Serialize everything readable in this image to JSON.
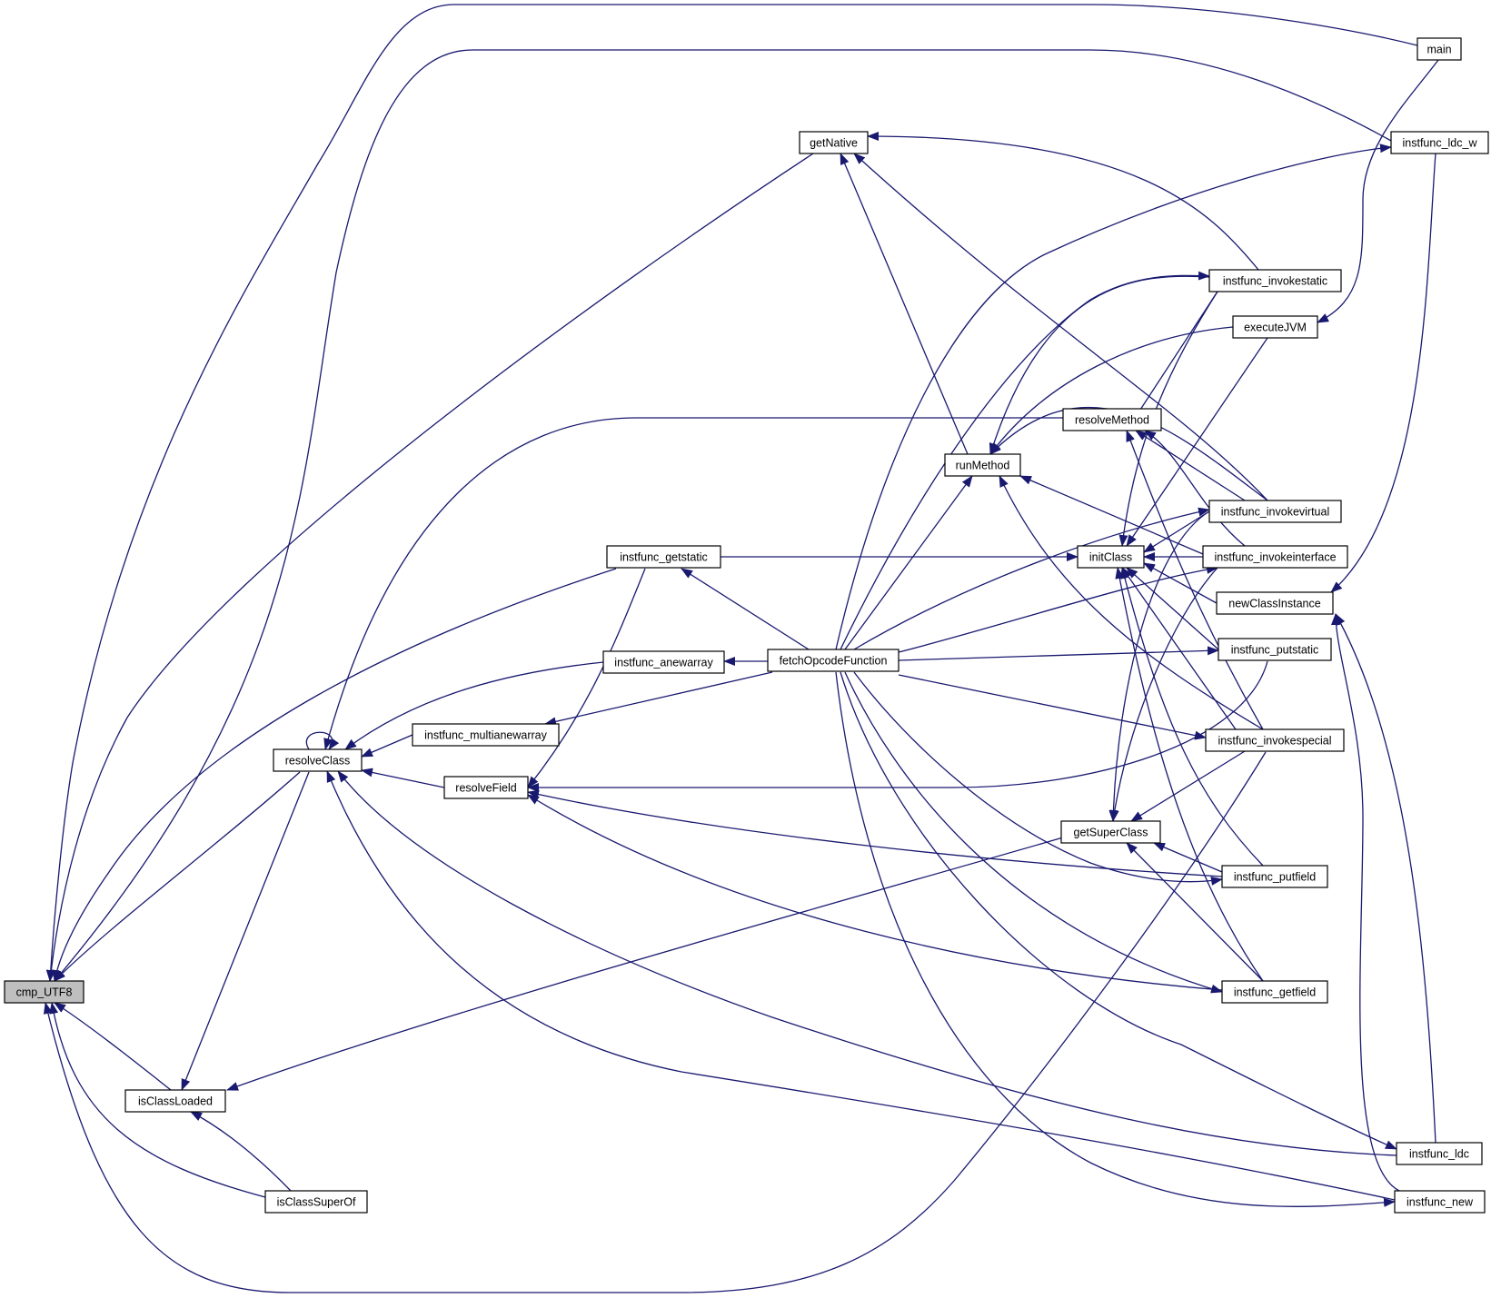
{
  "diagram": {
    "type": "caller-graph",
    "colors": {
      "edge": "#191970",
      "node_border": "#000000",
      "highlight_fill": "#bfbfbf",
      "background": "#ffffff"
    },
    "nodes": {
      "cmp_UTF8": "cmp_UTF8",
      "isClassLoaded": "isClassLoaded",
      "isClassSuperOf": "isClassSuperOf",
      "resolveClass": "resolveClass",
      "resolveField": "resolveField",
      "instfunc_multianewarray": "instfunc_multianewarray",
      "instfunc_anewarray": "instfunc_anewarray",
      "instfunc_getstatic": "instfunc_getstatic",
      "getNative": "getNative",
      "fetchOpcodeFunction": "fetchOpcodeFunction",
      "runMethod": "runMethod",
      "initClass": "initClass",
      "resolveMethod": "resolveMethod",
      "getSuperClass": "getSuperClass",
      "main": "main",
      "instfunc_ldc_w": "instfunc_ldc_w",
      "instfunc_invokestatic": "instfunc_invokestatic",
      "executeJVM": "executeJVM",
      "instfunc_invokevirtual": "instfunc_invokevirtual",
      "instfunc_invokeinterface": "instfunc_invokeinterface",
      "newClassInstance": "newClassInstance",
      "instfunc_putstatic": "instfunc_putstatic",
      "instfunc_invokespecial": "instfunc_invokespecial",
      "instfunc_putfield": "instfunc_putfield",
      "instfunc_getfield": "instfunc_getfield",
      "instfunc_ldc": "instfunc_ldc",
      "instfunc_new": "instfunc_new"
    },
    "highlighted": "cmp_UTF8",
    "edges": [
      [
        "resolveClass",
        "cmp_UTF8"
      ],
      [
        "isClassLoaded",
        "cmp_UTF8"
      ],
      [
        "isClassSuperOf",
        "cmp_UTF8"
      ],
      [
        "getNative",
        "cmp_UTF8"
      ],
      [
        "instfunc_getstatic",
        "cmp_UTF8"
      ],
      [
        "main",
        "cmp_UTF8"
      ],
      [
        "instfunc_ldc_w",
        "cmp_UTF8"
      ],
      [
        "instfunc_invokespecial",
        "cmp_UTF8"
      ],
      [
        "resolveClass",
        "isClassLoaded"
      ],
      [
        "getSuperClass",
        "isClassLoaded"
      ],
      [
        "isClassSuperOf",
        "isClassLoaded"
      ],
      [
        "resolveClass",
        "resolveClass"
      ],
      [
        "resolveField",
        "resolveClass"
      ],
      [
        "instfunc_multianewarray",
        "resolveClass"
      ],
      [
        "instfunc_anewarray",
        "resolveClass"
      ],
      [
        "resolveMethod",
        "resolveClass"
      ],
      [
        "instfunc_ldc",
        "resolveClass"
      ],
      [
        "instfunc_new",
        "resolveClass"
      ],
      [
        "instfunc_getstatic",
        "resolveField"
      ],
      [
        "instfunc_putstatic",
        "resolveField"
      ],
      [
        "instfunc_putfield",
        "resolveField"
      ],
      [
        "instfunc_getfield",
        "resolveField"
      ],
      [
        "fetchOpcodeFunction",
        "instfunc_anewarray"
      ],
      [
        "fetchOpcodeFunction",
        "instfunc_multianewarray"
      ],
      [
        "fetchOpcodeFunction",
        "instfunc_getstatic"
      ],
      [
        "runMethod",
        "getNative"
      ],
      [
        "instfunc_invokestatic",
        "getNative"
      ],
      [
        "instfunc_invokevirtual",
        "getNative"
      ],
      [
        "fetchOpcodeFunction",
        "runMethod"
      ],
      [
        "instfunc_invokestatic",
        "runMethod"
      ],
      [
        "executeJVM",
        "runMethod"
      ],
      [
        "instfunc_invokevirtual",
        "runMethod"
      ],
      [
        "instfunc_invokeinterface",
        "runMethod"
      ],
      [
        "instfunc_invokespecial",
        "runMethod"
      ],
      [
        "instfunc_getstatic",
        "initClass"
      ],
      [
        "instfunc_invokestatic",
        "initClass"
      ],
      [
        "executeJVM",
        "initClass"
      ],
      [
        "instfunc_invokevirtual",
        "initClass"
      ],
      [
        "instfunc_invokeinterface",
        "initClass"
      ],
      [
        "newClassInstance",
        "initClass"
      ],
      [
        "instfunc_putstatic",
        "initClass"
      ],
      [
        "instfunc_invokespecial",
        "initClass"
      ],
      [
        "instfunc_putfield",
        "initClass"
      ],
      [
        "instfunc_getfield",
        "initClass"
      ],
      [
        "instfunc_invokestatic",
        "resolveMethod"
      ],
      [
        "instfunc_invokevirtual",
        "resolveMethod"
      ],
      [
        "instfunc_invokeinterface",
        "resolveMethod"
      ],
      [
        "instfunc_invokespecial",
        "resolveMethod"
      ],
      [
        "instfunc_invokevirtual",
        "getSuperClass"
      ],
      [
        "instfunc_invokeinterface",
        "getSuperClass"
      ],
      [
        "instfunc_invokespecial",
        "getSuperClass"
      ],
      [
        "instfunc_putfield",
        "getSuperClass"
      ],
      [
        "instfunc_getfield",
        "getSuperClass"
      ],
      [
        "fetchOpcodeFunction",
        "instfunc_ldc_w"
      ],
      [
        "fetchOpcodeFunction",
        "instfunc_invokestatic"
      ],
      [
        "fetchOpcodeFunction",
        "instfunc_invokevirtual"
      ],
      [
        "fetchOpcodeFunction",
        "instfunc_invokeinterface"
      ],
      [
        "fetchOpcodeFunction",
        "instfunc_putstatic"
      ],
      [
        "fetchOpcodeFunction",
        "instfunc_invokespecial"
      ],
      [
        "fetchOpcodeFunction",
        "instfunc_putfield"
      ],
      [
        "fetchOpcodeFunction",
        "instfunc_getfield"
      ],
      [
        "fetchOpcodeFunction",
        "instfunc_ldc"
      ],
      [
        "fetchOpcodeFunction",
        "instfunc_new"
      ],
      [
        "main",
        "executeJVM"
      ],
      [
        "instfunc_ldc_w",
        "newClassInstance"
      ],
      [
        "instfunc_ldc",
        "newClassInstance"
      ],
      [
        "instfunc_new",
        "newClassInstance"
      ]
    ]
  }
}
